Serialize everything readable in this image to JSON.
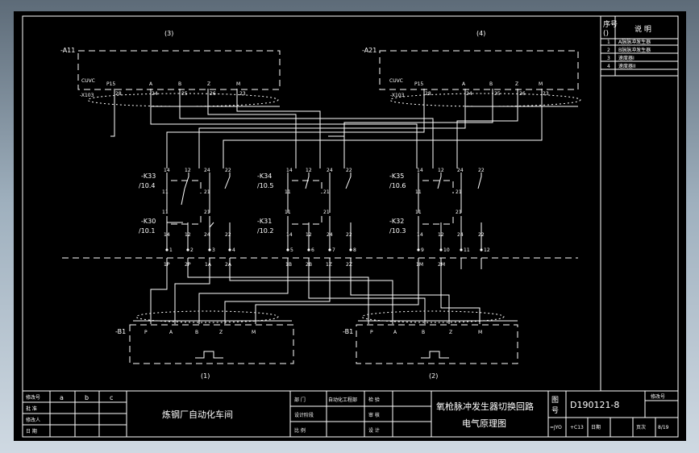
{
  "drawing": {
    "sections": {
      "s3": "(3)",
      "s4": "(4)",
      "s1": "(1)",
      "s2": "(2)"
    },
    "a11": {
      "ref": "-A11",
      "cuvc": "CUVC",
      "x103": "-X103",
      "pins": [
        "P15",
        "A",
        "B",
        "Z",
        "M"
      ],
      "nums": [
        "28",
        "24",
        "25",
        "26",
        "23"
      ]
    },
    "a21": {
      "ref": "-A21",
      "cuvc": "CUVC",
      "x103": "-X103",
      "pins": [
        "P15",
        "A",
        "B",
        "Z",
        "M"
      ],
      "nums": [
        "28",
        "24",
        "25",
        "26",
        "23"
      ]
    },
    "relays": {
      "k33": {
        "ref": "-K33",
        "addr": "/10.4"
      },
      "k34": {
        "ref": "-K34",
        "addr": "/10.5"
      },
      "k35": {
        "ref": "-K35",
        "addr": "/10.6"
      },
      "k30": {
        "ref": "-K30",
        "addr": "/10.1"
      },
      "k31": {
        "ref": "-K31",
        "addr": "/10.2"
      },
      "k32": {
        "ref": "-K32",
        "addr": "/10.3"
      },
      "contact_top": [
        "14",
        "12",
        "24",
        "22"
      ],
      "contact_mid": [
        "11",
        "21"
      ]
    },
    "terminals": {
      "nums": [
        "1",
        "2",
        "3",
        "4",
        "5",
        "6",
        "7",
        "8",
        "9",
        "10",
        "11",
        "12"
      ],
      "labels": [
        "1P",
        "2P",
        "1A",
        "2A",
        "1B",
        "2B",
        "1Z",
        "2Z",
        "1M",
        "2M"
      ]
    },
    "b1_left": {
      "ref": "-B1",
      "pins": [
        "P",
        "A",
        "B",
        "Z",
        "M"
      ]
    },
    "b1_right": {
      "ref": "-B1",
      "pins": [
        "P",
        "A",
        "B",
        "Z",
        "M"
      ]
    }
  },
  "legend": {
    "header_no": "序号",
    "header_sym": "()",
    "header_desc": "说  明",
    "rows": [
      {
        "no": "1",
        "text": "A脉脉冲发生器"
      },
      {
        "no": "2",
        "text": "B脉脉冲发生器"
      },
      {
        "no": "3",
        "text": "速度器I"
      },
      {
        "no": "4",
        "text": "速度器II"
      }
    ]
  },
  "title_block": {
    "rev_label": "修改号",
    "rev_cols": [
      "a",
      "b",
      "c"
    ],
    "row_labels": [
      "批  准",
      "修改人",
      "日  期"
    ],
    "factory": "炼钢厂自动化车间",
    "dept_label": "部  门",
    "dept_value": "自动化工程部",
    "design_label": "设计阶段",
    "ratio_label": "比  例",
    "check_label": "检  验",
    "review_label": "审  核",
    "designer_label": "设 计",
    "title_line1": "氧枪脉冲发生器切换回路",
    "title_line2": "电气原理图",
    "fig_label": "图",
    "fig_label2": "号",
    "drawing_no": "D190121-8",
    "rev_box": "修改号",
    "cell_a": "=JYO",
    "cell_b": "+C13",
    "date_label": "日期",
    "page_label": "页次",
    "page_value": "8/19"
  }
}
